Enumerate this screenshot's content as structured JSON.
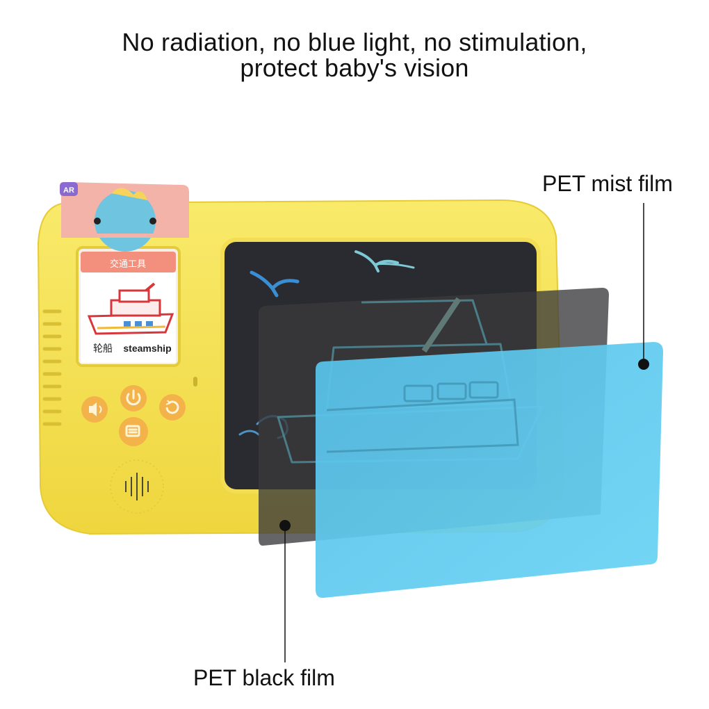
{
  "headline": {
    "line1": "No radiation, no blue light, no stimulation,",
    "line2": "protect baby's vision"
  },
  "callouts": {
    "mist_film": "PET mist film",
    "black_film": "PET black film"
  },
  "device": {
    "card_badge": "AR",
    "card_category": "交通工具",
    "card_word_cn": "轮船",
    "card_word_en": "steamship"
  },
  "colors": {
    "device_body": "#f6e35a",
    "device_screen": "#2a2b30",
    "black_film": "#3a3a3c",
    "mist_film": "#5cc9ef",
    "card_pink": "#f3b3a8",
    "button_orange": "#f3b24a",
    "pointer": "#111111"
  },
  "icons": {
    "power": "power-icon",
    "volume_down": "volume-down-icon",
    "replay": "replay-icon",
    "mode": "mode-icon",
    "speaker": "speaker-grille-icon"
  }
}
